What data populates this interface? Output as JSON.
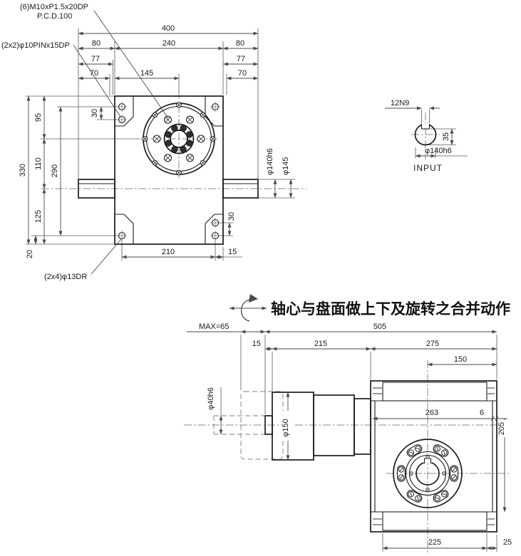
{
  "front": {
    "note_bolt1": "(6)M10xP1.5x20DP",
    "note_bolt2": "P.C.D.100",
    "note_pin": "(2x2)φ10PINx15DP",
    "note_drill": "(2x4)φ13DR",
    "d400": "400",
    "d80l": "80",
    "d240": "240",
    "d80r": "80",
    "d77l": "77",
    "d77r": "77",
    "d70l": "70",
    "d145": "145",
    "d70r": "70",
    "d330": "330",
    "d95": "95",
    "d110": "110",
    "d125": "125",
    "d290": "290",
    "d30top": "30",
    "d20": "20",
    "dphi140": "φ140h6",
    "dphi145": "φ145",
    "d30bot": "30",
    "d210": "210",
    "d15": "15"
  },
  "input_detail": {
    "keyway": "12N9",
    "t35": "35",
    "dia": "φ140h6",
    "label": "INPUT"
  },
  "caption": "轴心与盘面做上下及旋转之合并动作",
  "side": {
    "max": "MAX=65",
    "d505": "505",
    "d15": "15",
    "d215": "215",
    "d275": "275",
    "d150": "150",
    "phi40": "φ40h6",
    "phi150": "φ150",
    "d263": "263",
    "d6": "6",
    "d205": "205",
    "d225": "225",
    "d25": "25"
  }
}
